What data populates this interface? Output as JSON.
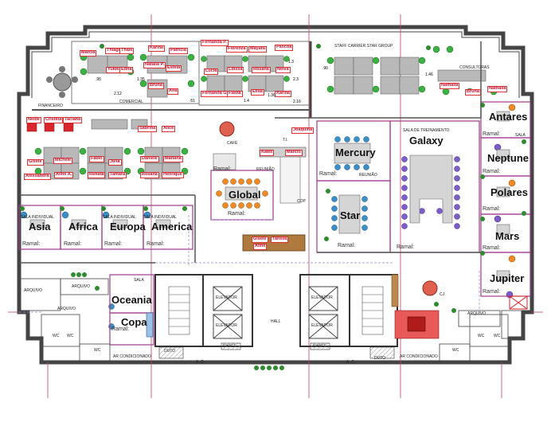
{
  "rooms": {
    "asia": "Asia",
    "africa": "Africa",
    "europa": "Europa",
    "america": "America",
    "global": "Global",
    "mercury": "Mercury",
    "galaxy": "Galaxy",
    "star": "Star",
    "antares": "Antares",
    "neptune": "Neptune",
    "polares": "Polares",
    "mars": "Mars",
    "jupiter": "Jupiter",
    "oceania": "Oceania",
    "copa": "Copa"
  },
  "areas": {
    "staff": "STAFF CARRIER STAR GROUP",
    "consultoras": "CONSULTORAS",
    "financeiro": "FINANCEIRO",
    "comercial": "COMERCIAL",
    "cafe": "CAFÉ",
    "reuniao": "REUNIÃO",
    "reuniao2": "REUNIÃO",
    "ti": "T.I.",
    "cop": "COP",
    "sala_treinamento": "SALA DE TREINAMENTO",
    "sala_individual_1": "SALA INDIVIDUAL",
    "sala_individual_2": "SALA INDIVIDUAL",
    "sala_individual_3": "SALA INDIVIDUAL",
    "sala_individual_4": "SALA INDIVIDUAL",
    "arquivo_1": "ARQUIVO",
    "arquivo_2": "ARQUIVO",
    "arquivo_3": "ARQUIVO",
    "arquivo_4": "ARQUIVO",
    "sala": "SALA",
    "sala_oceania": "SALA",
    "elevador_1": "ELEVADOR",
    "elevador_2": "ELEVADOR",
    "elevador_3": "ELEVADOR",
    "elevador_4": "ELEVADOR",
    "hall": "HALL",
    "shaft_1": "SHAFT",
    "shaft_2": "SHAFT",
    "duto_1": "DUTO",
    "duto_2": "DUTO",
    "ac_1": "A. C.",
    "ac_2": "A. C.",
    "ar_cond_1": "AR CONDICIONADO",
    "ar_cond_2": "AR CONDICIONADO",
    "wc": "WC",
    "cj": "CJ"
  },
  "ramal": "Ramal:",
  "people": {
    "marcia": "Marcia",
    "thiago": "Thiago",
    "thais": "Thais",
    "natalia": "Natalia P.",
    "karina1": "Karina",
    "patricia": "Patricia",
    "fernanda_p": "Fernanda P.",
    "florenza": "Florenza",
    "mayara": "Mayara",
    "pascoa": "Pascoa",
    "yukiko": "Yukiko",
    "edna": "Edna",
    "estela": "Estela",
    "ana": "Ana",
    "bruna1": "Bruna",
    "lucia": "Lucia",
    "ldissa": "Ldissa",
    "rosana1": "Rosana",
    "neiva": "Neiva",
    "fernanda_g": "Fernanda G.",
    "flavia": "Flavia",
    "elisa": "Elisa",
    "karina2": "Karina",
    "nathalia1": "Nathalia",
    "bruna2": "Bruna",
    "nathalia2": "Nathalia",
    "neide": "Neide",
    "cristina": "Cristina",
    "taciana": "Taciana",
    "sabrina": "Sabrina",
    "alice1": "Alice",
    "joaquina": "Joaquina",
    "gisele": "Gisele",
    "michele": "Michele",
    "fabio": "Fábio",
    "julia": "Julia",
    "daniele": "Daniele",
    "mariana": "Mariana",
    "alessandra": "Alessandra",
    "aline1": "Aline A.",
    "renata": "Renata",
    "tamara": "Tamara",
    "rosana2": "Rosana",
    "henrique": "Henrique",
    "kawe": "Kawe",
    "marcio": "Marcio",
    "gisele2": "Gisele",
    "talissa": "Talissa",
    "aline2": "Aline"
  },
  "dims": {
    "d1": ".95",
    "d2": "1.35",
    "d3": "2.12",
    "d4": ".61",
    "d5": "1.4",
    "d6": "1.36",
    "d7": "2.16",
    "d8": "1.3",
    "d9": ".90",
    "d10": "1.46",
    "d11": "2.3"
  }
}
